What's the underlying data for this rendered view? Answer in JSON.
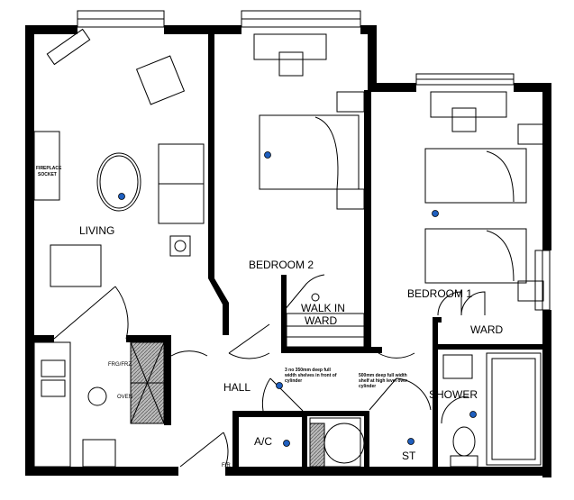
{
  "rooms": {
    "living": "LIVING",
    "bedroom2": "BEDROOM 2",
    "walk_in_ward_line1": "WALK IN",
    "walk_in_ward_line2": "WARD",
    "bedroom1": "BEDROOM 1",
    "ward": "WARD",
    "shower": "SHOWER",
    "hall": "HALL",
    "ac": "A/C",
    "st": "ST"
  },
  "annotations": {
    "fireplace_line1": "FIREPLACE",
    "fireplace_line2": "SOCKET",
    "fridge_freezer": "FRG/FRZ",
    "oven": "OVEN",
    "fir": "FIR",
    "shelves_note": [
      "3 no 350mm deep full",
      "width shelves in front of",
      "cylinder"
    ],
    "shelf_note": [
      "500mm deep full width",
      "shelf at high level over",
      "cylinder"
    ]
  },
  "colors": {
    "wall": "#000000",
    "light_fitting": "#1f5fbf"
  }
}
